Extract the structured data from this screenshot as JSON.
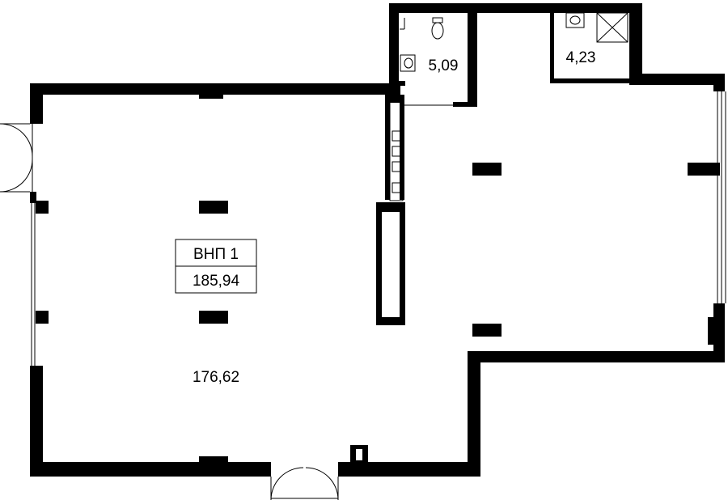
{
  "plan": {
    "unit_tag": {
      "name": "ВНП 1",
      "total_area": "185,94"
    },
    "rooms": [
      {
        "id": "main-hall",
        "area": "176,62"
      },
      {
        "id": "bathroom-1",
        "area": "5,09"
      },
      {
        "id": "bathroom-2",
        "area": "4,23"
      }
    ],
    "colors": {
      "wall": "#000000",
      "background": "#ffffff",
      "line": "#000000"
    },
    "icons": [
      "toilet-icon",
      "sink-icon",
      "shower-icon",
      "door-swing-icon",
      "column-icon"
    ]
  }
}
